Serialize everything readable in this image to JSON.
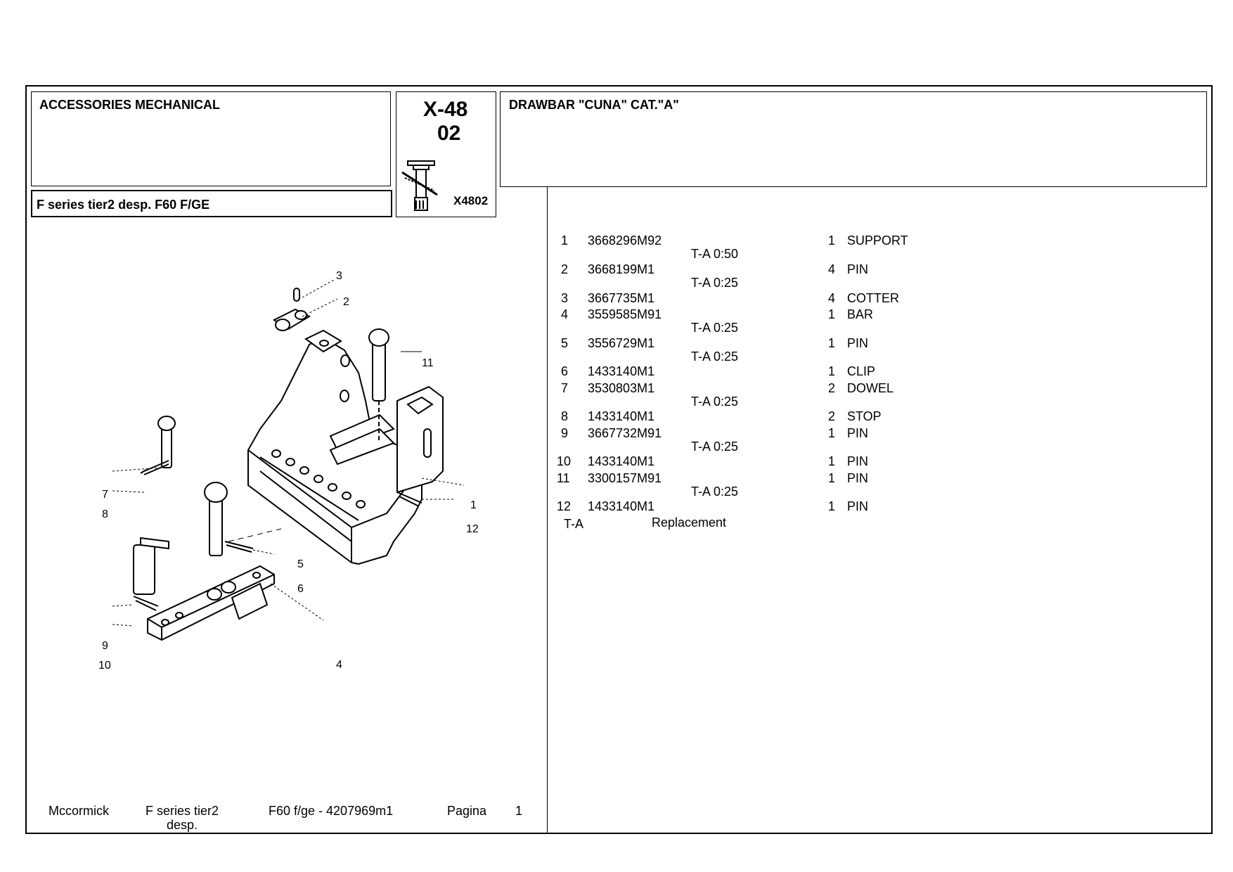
{
  "header": {
    "section_title": "ACCESSORIES MECHANICAL",
    "model_title": "F series tier2 desp.  F60 F/GE",
    "group_code": "X-48",
    "group_sub": "02",
    "icon_code": "X4802",
    "drawing_title": "DRAWBAR \"CUNA\" CAT.\"A\""
  },
  "parts": [
    {
      "num": "1",
      "part": "3668296M92",
      "qty": "1",
      "desc": "SUPPORT",
      "note": "T-A 0:50"
    },
    {
      "num": "2",
      "part": "3668199M1",
      "qty": "4",
      "desc": "PIN",
      "note": "T-A 0:25"
    },
    {
      "num": "3",
      "part": "3667735M1",
      "qty": "4",
      "desc": "COTTER",
      "note": ""
    },
    {
      "num": "4",
      "part": "3559585M91",
      "qty": "1",
      "desc": "BAR",
      "note": "T-A 0:25"
    },
    {
      "num": "5",
      "part": "3556729M1",
      "qty": "1",
      "desc": "PIN",
      "note": "T-A 0:25"
    },
    {
      "num": "6",
      "part": "1433140M1",
      "qty": "1",
      "desc": "CLIP",
      "note": ""
    },
    {
      "num": "7",
      "part": "3530803M1",
      "qty": "2",
      "desc": "DOWEL",
      "note": "T-A 0:25"
    },
    {
      "num": "8",
      "part": "1433140M1",
      "qty": "2",
      "desc": "STOP",
      "note": ""
    },
    {
      "num": "9",
      "part": "3667732M91",
      "qty": "1",
      "desc": "PIN",
      "note": "T-A 0:25"
    },
    {
      "num": "10",
      "part": "1433140M1",
      "qty": "1",
      "desc": "PIN",
      "note": ""
    },
    {
      "num": "11",
      "part": "3300157M91",
      "qty": "1",
      "desc": "PIN",
      "note": "T-A 0:25"
    },
    {
      "num": "12",
      "part": "1433140M1",
      "qty": "1",
      "desc": "PIN",
      "note": ""
    }
  ],
  "legend": {
    "abbr": "T-A",
    "meaning": "Replacement"
  },
  "callouts": [
    "1",
    "2",
    "3",
    "4",
    "5",
    "6",
    "7",
    "8",
    "9",
    "10",
    "11",
    "12"
  ],
  "footer": {
    "brand": "Mccormick",
    "series_line1": "F series tier2",
    "series_line2": "desp.",
    "model": "F60 f/ge - 4207969m1",
    "page_label": "Pagina",
    "page_number": "1"
  }
}
